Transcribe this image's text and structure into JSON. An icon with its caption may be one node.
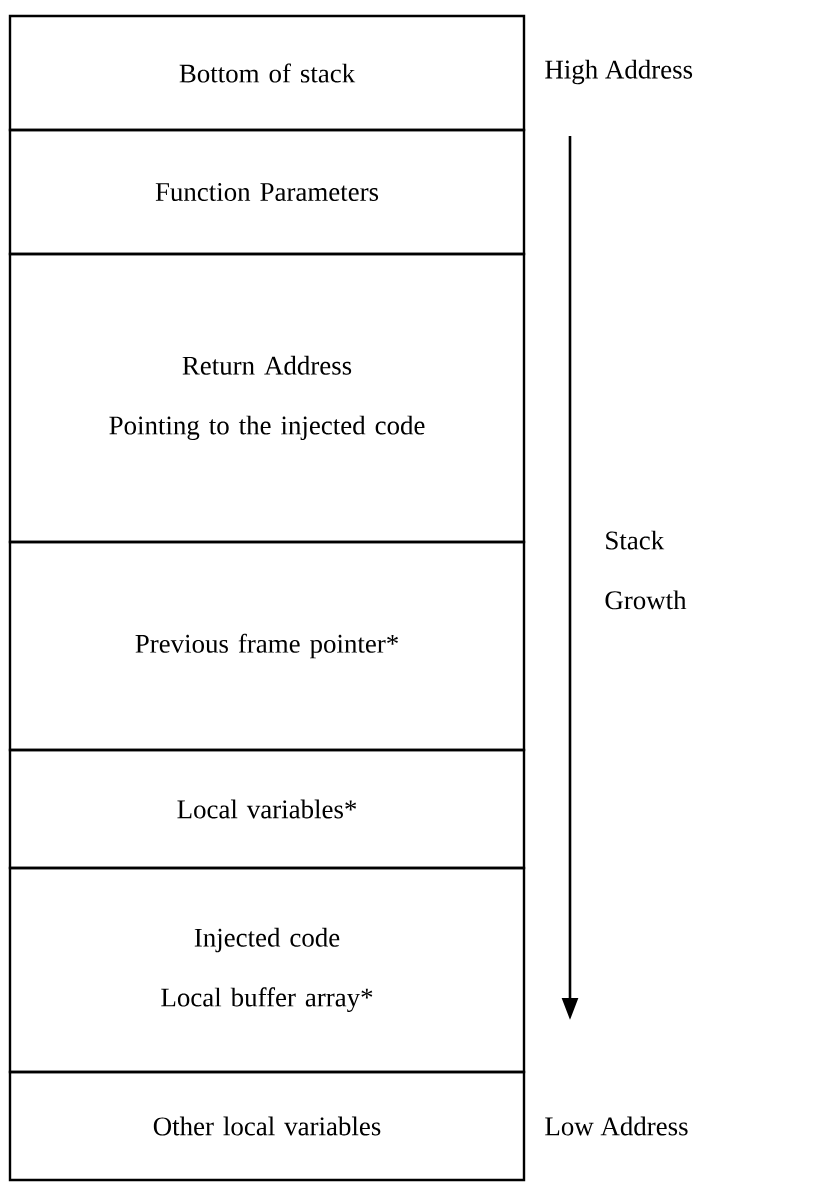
{
  "diagram": {
    "nodes": [
      {
        "text": [
          "Bottom of stack"
        ]
      },
      {
        "text": [
          "Function Parameters"
        ]
      },
      {
        "text": [
          "Return Address",
          "Pointing to the injected code"
        ]
      },
      {
        "text": [
          "Previous frame pointer*"
        ]
      },
      {
        "text": [
          "Local variables*"
        ]
      },
      {
        "text": [
          "Injected code",
          "Local buffer array*"
        ]
      },
      {
        "text": [
          "Other local variables"
        ]
      }
    ],
    "labels": [
      "High Address",
      "Stack Growth",
      "Low Address"
    ]
  }
}
